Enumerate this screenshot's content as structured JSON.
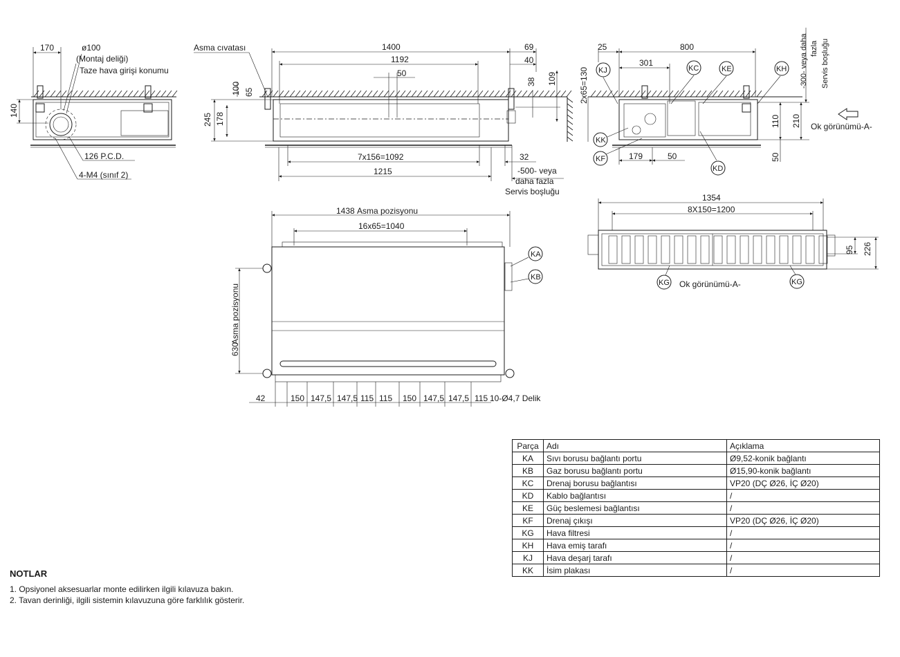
{
  "view1": {
    "dim_170": "170",
    "dim_d100": "ø100",
    "note_mount_hole": "(Montaj deliği)",
    "note_fresh_air": "Taze hava girişi konumu",
    "dim_140": "140",
    "pcd": "126 P.C.D.",
    "m4": "4-M4 (sınıf 2)"
  },
  "view2": {
    "hanger_bolt": "Asma cıvatası",
    "dim_1400": "1400",
    "dim_69": "69",
    "dim_1192": "1192",
    "dim_40": "40",
    "dim_50": "50",
    "dim_38": "38",
    "dim_109": "109",
    "dim_100": "100",
    "dim_65": "65",
    "dim_245": "245",
    "dim_178": "178",
    "dim_7x156": "7x156=1092",
    "dim_32": "32",
    "dim_1215": "1215",
    "service_l1": "-500- veya",
    "service_l2": "daha fazla",
    "service_l3": "Servis boşluğu"
  },
  "view3": {
    "dim_25": "25",
    "dim_800": "800",
    "dim_301": "301",
    "dim_2x65": "2x65=130",
    "vert_service_l1": "-300- veya daha",
    "vert_service_l2": "fazla",
    "vert_service_l3": "Servis boşluğu",
    "dim_110": "110",
    "dim_210": "210",
    "dim_179": "179",
    "dim_50": "50",
    "dim_50b": "50",
    "arrow_view": "Ok görünümü-A-"
  },
  "view4": {
    "dim_1438": "1438",
    "hang_pos": "Asma pozisyonu",
    "dim_16x65": "16x65=1040",
    "dim_630": "630",
    "hang_pos_vert": "Asma pozisyonu",
    "bottom_dims": [
      "42",
      "150",
      "147,5",
      "147,5",
      "115",
      "115",
      "150",
      "147,5",
      "147,5",
      "115"
    ],
    "holes": "10-Ø4,7 Delik"
  },
  "view5": {
    "dim_1354": "1354",
    "dim_8x150": "8X150=1200",
    "dim_95": "95",
    "dim_226": "226",
    "arrow_view": "Ok görünümü-A-"
  },
  "callouts": {
    "KA": "KA",
    "KB": "KB",
    "KC": "KC",
    "KD": "KD",
    "KE": "KE",
    "KF": "KF",
    "KG": "KG",
    "KH": "KH",
    "KJ": "KJ",
    "KK": "KK"
  },
  "parts_table": {
    "headers": [
      "Parça",
      "Adı",
      "Açıklama"
    ],
    "rows": [
      [
        "KA",
        "Sıvı borusu bağlantı portu",
        "Ø9,52-konik bağlantı"
      ],
      [
        "KB",
        "Gaz borusu bağlantı portu",
        "Ø15,90-konik bağlantı"
      ],
      [
        "KC",
        "Drenaj borusu bağlantısı",
        "VP20 (DÇ Ø26, İÇ Ø20)"
      ],
      [
        "KD",
        "Kablo bağlantısı",
        "/"
      ],
      [
        "KE",
        "Güç beslemesi bağlantısı",
        "/"
      ],
      [
        "KF",
        "Drenaj çıkışı",
        "VP20 (DÇ Ø26, İÇ Ø20)"
      ],
      [
        "KG",
        "Hava filtresi",
        "/"
      ],
      [
        "KH",
        "Hava emiş tarafı",
        "/"
      ],
      [
        "KJ",
        "Hava deşarj tarafı",
        "/"
      ],
      [
        "KK",
        "İsim plakası",
        "/"
      ]
    ]
  },
  "notes": {
    "title": "NOTLAR",
    "items": [
      "1. Opsiyonel aksesuarlar monte edilirken ilgili kılavuza bakın.",
      "2. Tavan derinliği, ilgili sistemin kılavuzuna göre farklılık gösterir."
    ]
  }
}
